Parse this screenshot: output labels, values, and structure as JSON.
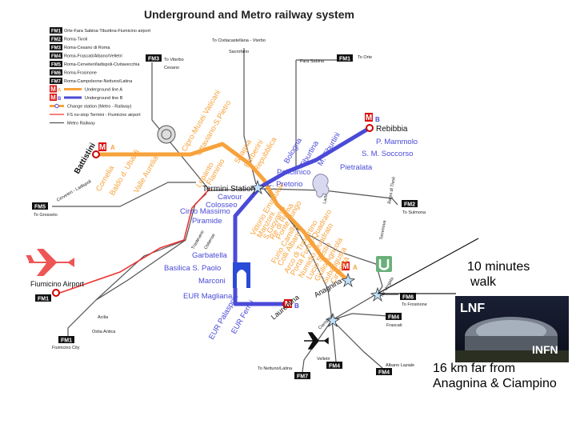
{
  "title": "Underground and Metro railway system",
  "legend": [
    {
      "tag": "FM1",
      "text": "Orte-Fara Sabina-Tiburtina-Fiumicino airport"
    },
    {
      "tag": "FM2",
      "text": "Roma-Tivoli"
    },
    {
      "tag": "FM3",
      "text": "Roma-Cesano di Roma"
    },
    {
      "tag": "FM4",
      "text": "Roma-Frascati/Albano/Velletri"
    },
    {
      "tag": "FM5",
      "text": "Roma-Cerveteri/ladispoli-Civitavecchia"
    },
    {
      "tag": "FM6",
      "text": "Roma-Frosinone"
    },
    {
      "tag": "FM7",
      "text": "Roma-Campoleone-Nettuno/Latina"
    },
    {
      "tag": "MA",
      "text": "Underground line A"
    },
    {
      "tag": "MB",
      "text": "Underground line B"
    },
    {
      "tag": "",
      "text": "Change station (Metro - Railway)"
    },
    {
      "tag": "",
      "text": "FS no-stop Termini - Fiumicino airport"
    },
    {
      "tag": "",
      "text": "Metro Railway"
    }
  ],
  "colors": {
    "line_a": "#f7a23b",
    "line_b": "#4a4ad8",
    "railway": "#555555",
    "fs_nonstop": "#ee3333",
    "metro_red": "#dd1111"
  },
  "line_a_stations": [
    "Battistini",
    "Cornelia",
    "Baldo d. Ubaldi",
    "Valle Aurelia",
    "Cipro-Musei Vaticani",
    "Ottaviano-S.Pietro",
    "Lepanto",
    "Flaminio",
    "Spagna",
    "Barberini",
    "Repubblica",
    "Vittorio Emanuele",
    "Manzoni",
    "S.Giovanni",
    "Re di Roma",
    "Ponte Lungo",
    "Furio Camillo",
    "Colli Albani",
    "Arco di Travertino",
    "Porta Furba-Quadraro",
    "Numidio Quadrato",
    "Lucio Sestio",
    "Giulio Agricola",
    "Subaugusta",
    "Cinecittà",
    "Anagnina"
  ],
  "line_b_stations": [
    "Rebibbia",
    "P. Mammolo",
    "S. M. Soccorso",
    "Pietralata",
    "M. Tiburtini",
    "Tiburtina",
    "Bologna",
    "Policlinico",
    "C. Pretorio",
    "Termini Station",
    "Cavour",
    "Colosseo",
    "Circo Massimo",
    "Piramide",
    "Garbatella",
    "Basilica S. Paolo",
    "Marconi",
    "EUR Magliana",
    "EUR Palasport",
    "EUR Fermi",
    "Laurentina"
  ],
  "places": {
    "cesano": "Cesano",
    "to_viterbo": "To Viterbo",
    "sacrofano": "Sacrofano",
    "to_civitacastellana": "To Civitacastellana - Vterbo",
    "fara_sabina": "Fara Sabina",
    "to_orte": "To Orte",
    "cerveteri": "Cerveteri - Ladispoli",
    "to_grosseto": "To Grosseto",
    "bagni_tivoli": "Bagni di Tivoli",
    "to_sulmona": "To Sulmona",
    "lazlali": "Lazlali",
    "torrenova": "Torrenova",
    "trastevere": "Trastevere",
    "ostiense": "Ostiense",
    "fiumicino_airport": "Fiumicino Airport",
    "acilia": "Acilia",
    "ostia_antica": "Ostia Antica",
    "fiumicino_city": "Fiumicino City",
    "to_nettuno": "To Nettuno/Latina",
    "tor_vergata": "Tor Vergata",
    "to_frosinone": "To Frosinone",
    "frascati": "Frascati",
    "ciampino": "Ciampino",
    "velletri": "Velletri",
    "albano": "Albano Laziale"
  },
  "badges": {
    "fm1": "FM1",
    "fm2": "FM2",
    "fm3": "FM3",
    "fm4": "FM4",
    "fm5": "FM5",
    "fm6": "FM6",
    "fm7": "FM7",
    "m": "M",
    "a": "A",
    "b": "B"
  },
  "annotations": {
    "walk_line1": "10 minutes",
    "walk_line2": "walk",
    "distance_line1": "16 km far from",
    "distance_line2": "Anagnina & Ciampino"
  },
  "lnf_logo": {
    "left": "LNF",
    "right": "INFN"
  }
}
